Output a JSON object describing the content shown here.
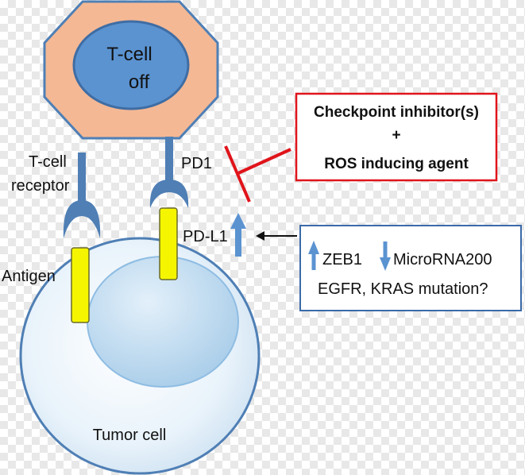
{
  "tcell": {
    "line1": "T-cell",
    "line2": "off"
  },
  "labels": {
    "tcell_receptor_line1": "T-cell",
    "tcell_receptor_line2": "receptor",
    "pd1": "PD1",
    "pdl1": "PD-L1",
    "antigen": "Antigen",
    "tumor_cell": "Tumor cell"
  },
  "red_box": {
    "line1": "Checkpoint inhibitor(s)",
    "line2": "+",
    "line3": "ROS inducing agent"
  },
  "blue_box": {
    "zeb1": "ZEB1",
    "microrna": "MicroRNA200",
    "egfr": "EGFR, KRAS mutation?"
  },
  "colors": {
    "tcell_outer": "#f4b894",
    "tcell_inner": "#5b93d1",
    "stalk": "#4f7fb5",
    "yellow": "#f5f500",
    "tumor_cell": "#e6f1fa",
    "nucleus": "#bcd9ef",
    "red": "#e0141b",
    "blue_border": "#3a6aa8",
    "arrow_blue": "#5b93d1"
  }
}
